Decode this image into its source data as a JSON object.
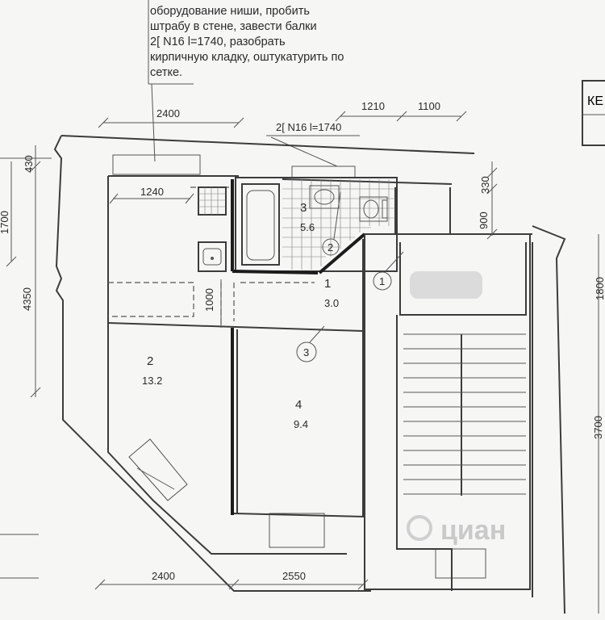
{
  "note": {
    "lines": [
      "оборудование  ниши, пробить",
      "штрабу в стене, завести балки",
      "2[ N16 l=1740, разобрать",
      "кирпичную кладку, оштукатурить по",
      "сетке."
    ]
  },
  "beam_label": "2[ N16 l=1740",
  "dims": {
    "top_left": "2400",
    "top_1210": "1210",
    "top_1100": "1100",
    "inner_1240": "1240",
    "left_430": "430",
    "left_1700": "1700",
    "left_4350": "4350",
    "inner_1000": "1000",
    "right_330": "330",
    "right_900": "900",
    "right_1800": "1800",
    "right_3700": "3700",
    "bottom_2400": "2400",
    "bottom_2550": "2550"
  },
  "rooms": [
    {
      "num": "1",
      "area": "3.0"
    },
    {
      "num": "2",
      "area": "13.2"
    },
    {
      "num": "3",
      "area": "5.6"
    },
    {
      "num": "4",
      "area": "9.4"
    }
  ],
  "markers": [
    "1",
    "2",
    "3"
  ],
  "corner_label": "КЕ",
  "watermark": "циан"
}
